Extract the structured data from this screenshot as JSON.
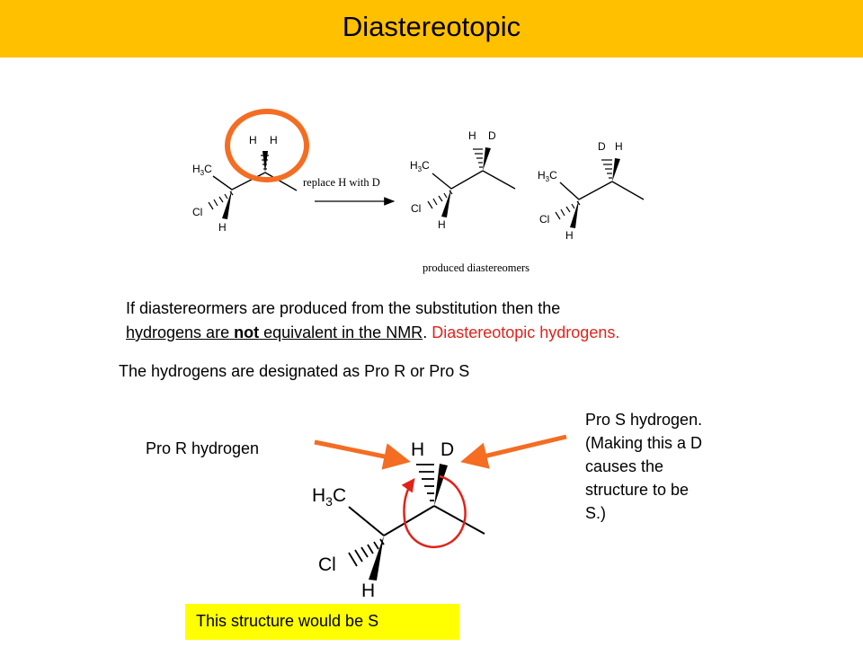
{
  "title": "Diastereotopic",
  "reaction": {
    "reagent_label": "replace H with D",
    "caption": "produced diastereomers"
  },
  "molecule_labels": {
    "h": "H",
    "d": "D",
    "cl": "Cl",
    "h3c_h": "H",
    "h3c_sub": "3",
    "h3c_c": "C"
  },
  "paragraph": {
    "line1": "If diastereormers are produced from the substitution then the",
    "line2_u1": "hydrogens are",
    "line2_bold": "not",
    "line2_u2": "equivalent in the NMR",
    "line2_after": ".",
    "line2_red": "Diastereotopic hydrogens."
  },
  "designation": "The hydrogens are designated as Pro R or Pro S",
  "pro_r_label": "Pro R hydrogen",
  "pro_s_label": "Pro S hydrogen. (Making this a D causes the structure to be S.)",
  "result_note": "This structure would be S",
  "colors": {
    "title_bar": "#ffc000",
    "arrow_orange": "#f46d22",
    "rotation_red": "#e0231a",
    "highlight_yellow": "#ffff00",
    "text_red": "#e0231a"
  }
}
